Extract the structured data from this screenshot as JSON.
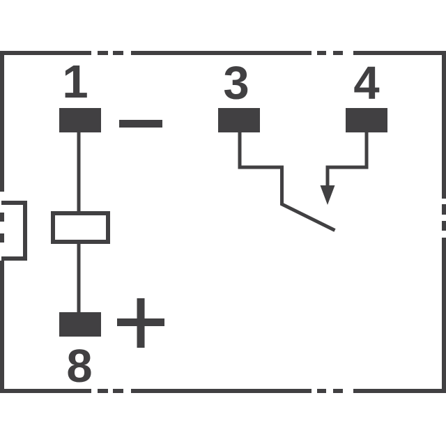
{
  "diagram": {
    "colors": {
      "ink": "#414042",
      "background": "#ffffff"
    },
    "pins": {
      "pin1": {
        "label": "1",
        "polarity": "−"
      },
      "pin3": {
        "label": "3"
      },
      "pin4": {
        "label": "4"
      },
      "pin8": {
        "label": "8",
        "polarity": "+"
      }
    },
    "symbols": {
      "minus": "−",
      "plus": "+"
    }
  }
}
